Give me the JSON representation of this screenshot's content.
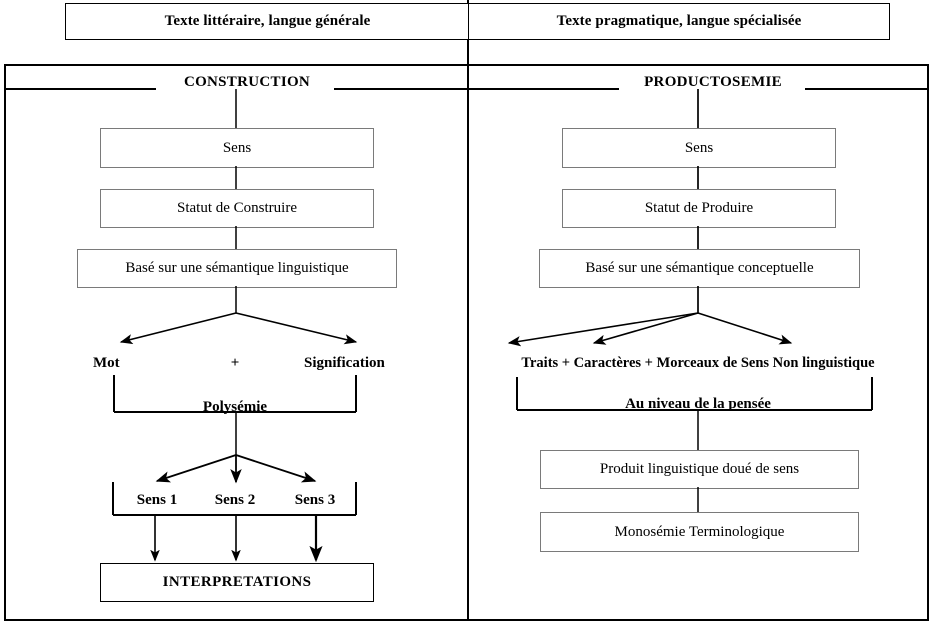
{
  "diagram": {
    "title_left": "Texte littéraire, langue générale",
    "title_right": "Texte pragmatique, langue spécialisée",
    "section_left": "CONSTRUCTION",
    "section_right": "PRODUCTOSEMIE",
    "left_column": {
      "box_sens": "Sens",
      "box_statut": "Statut de Construire",
      "box_base": "Basé sur une sémantique linguistique",
      "branch_1": "Mot",
      "branch_plus": "+",
      "branch_2": "Signification",
      "bracket_label": "Polysémie",
      "leaf_1": "Sens 1",
      "leaf_2": "Sens 2",
      "leaf_3": "Sens 3",
      "box_final": "INTERPRETATIONS"
    },
    "right_column": {
      "box_sens": "Sens",
      "box_statut": "Statut de Produire",
      "box_base": "Basé sur une sémantique conceptuelle",
      "branch_line": "Traits + Caractères + Morceaux de Sens Non linguistique",
      "bracket_label": "Au niveau de la pensée",
      "box_produit": "Produit linguistique doué de sens",
      "box_mono": "Monosémie Terminologique"
    },
    "colors": {
      "ink": "#000000",
      "box_border": "#7a7a7a",
      "background": "#ffffff"
    }
  }
}
